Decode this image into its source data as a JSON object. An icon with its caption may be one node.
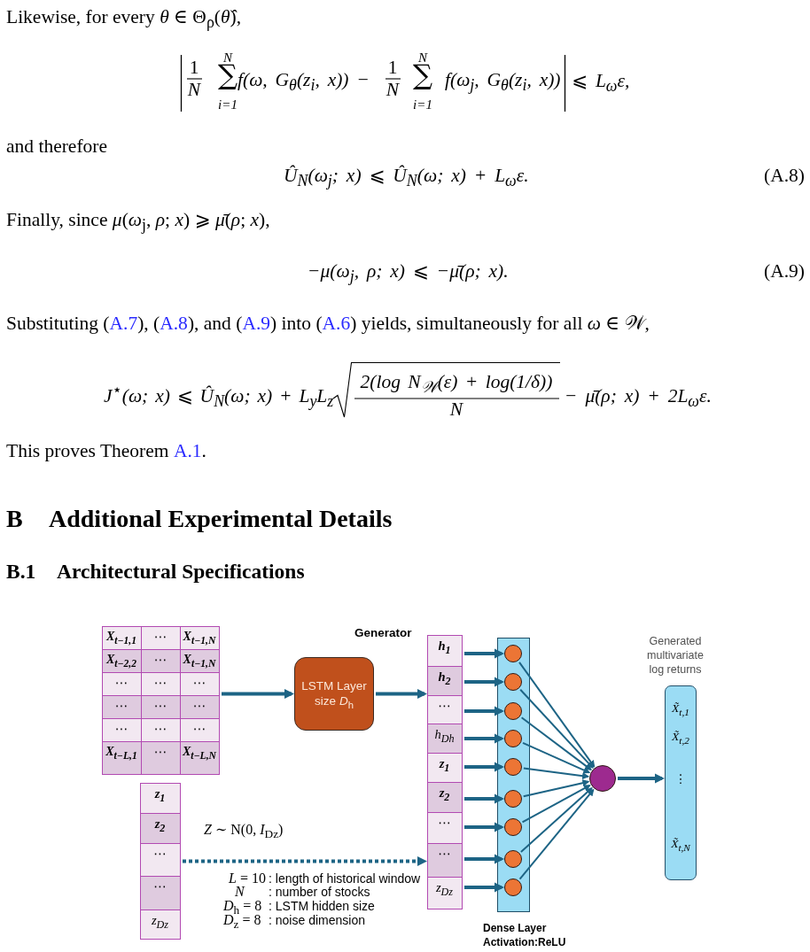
{
  "diagram": {
    "nodes": [
      {
        "text": [],
        "shape": "box"
      },
      {
        "text": [
          "X$_{t−1,1}$"
        ],
        "in": 0
      },
      {
        "text": [
          "⋯"
        ],
        "in": 0
      },
      {
        "text": [
          "X$_{t−1,N}$"
        ],
        "in": 0
      },
      {
        "text": [
          "X$_{t−2,2}$"
        ],
        "in": 0
      },
      {
        "text": [
          "⋯"
        ],
        "in": 0
      },
      {
        "text": [
          "X$_{t−1,N}$"
        ],
        "in": 0
      },
      {
        "text": [
          "⋯"
        ],
        "in": 0
      },
      {
        "text": [
          "⋯"
        ],
        "in": 0
      },
      {
        "text": [
          "⋯"
        ],
        "in": 0
      },
      {
        "text": [
          "⋯"
        ],
        "in": 0
      },
      {
        "text": [
          "⋯"
        ],
        "in": 0
      },
      {
        "text": [
          "⋯"
        ],
        "in": 0
      },
      {
        "text": [
          "⋯"
        ],
        "in": 0
      },
      {
        "text": [
          "⋯"
        ],
        "in": 0
      },
      {
        "text": [
          "⋯"
        ],
        "in": 0
      },
      {
        "text": [
          "X$_{t−L,1}$"
        ],
        "in": 0
      },
      {
        "text": [
          "⋯"
        ],
        "in": 0
      },
      {
        "text": [
          "X$_{t−L,N}$"
        ],
        "in": 0
      },
      {
        "text": [],
        "shape": "box"
      },
      {
        "text": [
          "z$_{1}$"
        ],
        "in": 19
      },
      {
        "text": [
          "z$_{2}$"
        ],
        "in": 19
      },
      {
        "text": [
          "⋯"
        ],
        "in": 19
      },
      {
        "text": [
          "⋯"
        ],
        "in": 19
      },
      {
        "text": [
          "z$_{Dz}$"
        ],
        "in": 19
      },
      {
        "text": [
          "LSTM Layer size *D*$_{h}$"
        ]
      },
      {
        "text": [],
        "shape": "box"
      },
      {
        "text": [
          "h$_{1}$"
        ],
        "in": 26
      },
      {
        "text": [
          "h$_{2}$"
        ],
        "in": 26
      },
      {
        "text": [
          "⋯"
        ],
        "in": 26
      },
      {
        "text": [
          "h$_{Dh}$"
        ],
        "in": 26
      },
      {
        "text": [
          "z$_{1}$"
        ],
        "in": 26
      },
      {
        "text": [
          "z$_{2}$"
        ],
        "in": 26
      },
      {
        "text": [
          "⋯"
        ],
        "in": 26
      },
      {
        "text": [
          "⋯"
        ],
        "in": 26
      },
      {
        "text": [
          "z$_{Dz}$"
        ],
        "in": 26
      },
      {
        "text": [
          "Dense Layer Activation:ReLU"
        ]
      },
      {
        "text": [],
        "shape": "circle",
        "in": 36
      },
      {
        "text": [],
        "shape": "circle",
        "in": 36
      },
      {
        "text": [],
        "shape": "circle",
        "in": 36
      },
      {
        "text": [],
        "shape": "circle",
        "in": 36
      },
      {
        "text": [],
        "shape": "circle",
        "in": 36
      },
      {
        "text": [],
        "shape": "circle",
        "in": 36
      },
      {
        "text": [],
        "shape": "circle",
        "in": 36
      },
      {
        "text": [],
        "shape": "circle",
        "in": 36
      },
      {
        "text": [],
        "shape": "circle",
        "in": 36
      },
      {
        "text": [],
        "shape": "circle"
      },
      {
        "text": [
          "Generated multivariate log returns",
          "X̃$_{t,1}$",
          "X̃$_{t,2}$",
          "⋮",
          "X̃$_{t,N}$"
        ]
      }
    ],
    "edges": [
      {
        "from": 0,
        "to": 25,
        "arrow": "to"
      },
      {
        "from": 25,
        "to": 26,
        "arrow": "to"
      },
      {
        "from": 19,
        "to": 26,
        "arrow": "to",
        "style": "dashed"
      },
      {
        "from": 27,
        "to": 37,
        "arrow": "to"
      },
      {
        "from": 28,
        "to": 38,
        "arrow": "to"
      },
      {
        "from": 29,
        "to": 39,
        "arrow": "to"
      },
      {
        "from": 30,
        "to": 40,
        "arrow": "to"
      },
      {
        "from": 31,
        "to": 41,
        "arrow": "to"
      },
      {
        "from": 32,
        "to": 42,
        "arrow": "to"
      },
      {
        "from": 33,
        "to": 43,
        "arrow": "to"
      },
      {
        "from": 34,
        "to": 44,
        "arrow": "to"
      },
      {
        "from": 35,
        "to": 45,
        "arrow": "to"
      },
      {
        "from": 37,
        "to": 46,
        "arrow": "to"
      },
      {
        "from": 38,
        "to": 46,
        "arrow": "to"
      },
      {
        "from": 39,
        "to": 46,
        "arrow": "to"
      },
      {
        "from": 40,
        "to": 46,
        "arrow": "to"
      },
      {
        "from": 41,
        "to": 46,
        "arrow": "to"
      },
      {
        "from": 42,
        "to": 46,
        "arrow": "to"
      },
      {
        "from": 43,
        "to": 46,
        "arrow": "to"
      },
      {
        "from": 44,
        "to": 46,
        "arrow": "to"
      },
      {
        "from": 45,
        "to": 46,
        "arrow": "to"
      },
      {
        "from": 46,
        "to": 47,
        "arrow": "to"
      }
    ],
    "labels": [
      "Likewise, for every *θ* ∈ Θ$_{ρ}$(*θ̂*),",
      "1",
      "N",
      "N",
      "∑",
      "i=1",
      "f(ω, G$_{θ}$(z$_{i}$, x)) −",
      "1",
      "N",
      "N",
      "∑",
      "i=1",
      "f(ω$_{j}$, G$_{θ}$(z$_{i}$, x))",
      "⩽ L$_{ω}$ε,",
      "and therefore",
      "Û$_{N}$(ω$_{j}$; x) ⩽ Û$_{N}$(ω; x) + L$_{ω}$ε.",
      "(A.8)",
      "Finally, since *μ*(*ω*$_{j}$, *ρ*; *x*) ⩾ *μ̄*(*ρ*; *x*),",
      "−μ(ω$_{j}$, ρ; x) ⩽ −μ̄(ρ; x).",
      "(A.9)",
      "Substituting (",
      "A.7",
      "), (",
      "A.8",
      "), and (",
      "A.9",
      ") into (",
      "A.6",
      ") yields, simultaneously for all *ω* ∈ 𝒲,",
      "J$^{⋆}$(ω; x) ⩽ Û$_{N}$(ω; x) + L$_{y}$L$_{z}$",
      "2(log N$_{𝒲}$(ε) + log(1/δ))",
      "N",
      "− μ̄(ρ; x) + 2L$_{ω}$ε.",
      "This proves Theorem",
      "A.1",
      ".",
      "B",
      "Additional Experimental Details",
      "B.1",
      "Architectural Specifications",
      "Generator",
      "*Z* ∼ N(0, *I*$_{Dz}$)",
      "*L* = 10",
      ": length of historical window",
      "N",
      ": number of stocks",
      "*D*$_{h}$ = 8",
      ": LSTM hidden size",
      "*D*$_{z}$ = 8",
      ": noise dimension"
    ]
  }
}
